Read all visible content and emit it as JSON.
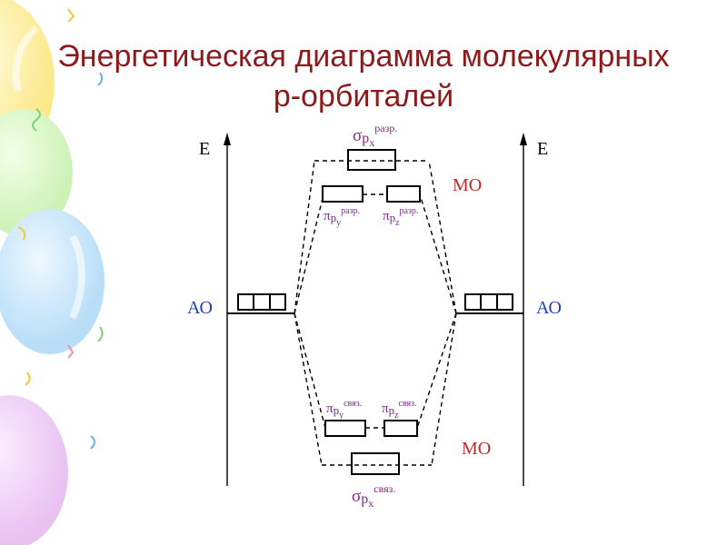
{
  "slide": {
    "title_line1": "Энергетическая диаграмма молекулярных",
    "title_line2": "р-орбиталей"
  },
  "diagram": {
    "axis_left_label": "E",
    "axis_right_label": "E",
    "ao_left_label": "АО",
    "ao_right_label": "АО",
    "mo_top_label": "МО",
    "mo_bottom_label": "МО",
    "sigma_antibond": {
      "symbol": "σ",
      "sub": "p",
      "subsub": "x",
      "sup": "разр."
    },
    "pi_y_antibond": {
      "symbol": "π",
      "sub": "p",
      "subsub": "y",
      "sup": "разр."
    },
    "pi_z_antibond": {
      "symbol": "π",
      "sub": "p",
      "subsub": "z",
      "sup": "разр."
    },
    "pi_y_bond": {
      "symbol": "π",
      "sub": "p",
      "subsub": "y",
      "sup": "связ."
    },
    "pi_z_bond": {
      "symbol": "π",
      "sub": "p",
      "subsub": "z",
      "sup": "связ."
    },
    "sigma_bond": {
      "symbol": "σ",
      "sub": "p",
      "subsub": "x",
      "sup": "связ."
    }
  },
  "colors": {
    "title": "#8b1a1a",
    "ao_label": "#1f3fbf",
    "mo_label": "#c0282b",
    "pi_label": "#7a2c8f",
    "sigma_label": "#8a2a7a",
    "lines": "#000000"
  }
}
